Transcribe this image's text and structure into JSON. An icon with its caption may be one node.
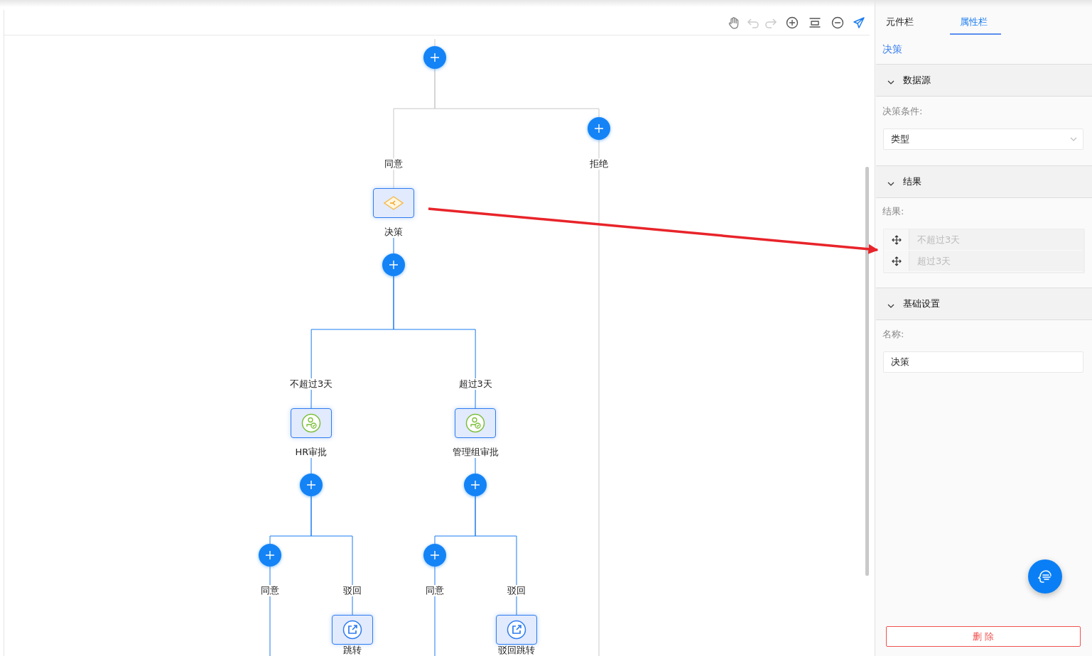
{
  "diagram": {
    "nodes": [
      {
        "text": [],
        "shape": "circle"
      },
      {
        "text": [
          "同意"
        ]
      },
      {
        "text": [],
        "shape": "circle"
      },
      {
        "text": [
          "拒绝"
        ]
      },
      {
        "text": [
          "决策"
        ]
      },
      {
        "text": [],
        "shape": "circle"
      },
      {
        "text": [
          "不超过3天"
        ]
      },
      {
        "text": [
          "超过3天"
        ]
      },
      {
        "text": [
          "HR审批"
        ]
      },
      {
        "text": [
          "管理组审批"
        ]
      },
      {
        "text": [],
        "shape": "circle"
      },
      {
        "text": [],
        "shape": "circle"
      },
      {
        "text": [],
        "shape": "circle"
      },
      {
        "text": [
          "同意"
        ]
      },
      {
        "text": [
          "驳回"
        ]
      },
      {
        "text": [
          "跳转"
        ]
      },
      {
        "text": [],
        "shape": "circle"
      },
      {
        "text": [
          "同意"
        ]
      },
      {
        "text": [
          "驳回"
        ]
      },
      {
        "text": [
          "驳回跳转"
        ]
      },
      {
        "text": [],
        "shape": "box"
      },
      {
        "text": [
          "不超过3天"
        ],
        "in": 20
      },
      {
        "text": [
          "超过3天"
        ],
        "in": 20
      }
    ],
    "edges": [
      {
        "from": null,
        "to": 0,
        "arrow": "none",
        "color": "#c8c8c8"
      },
      {
        "from": 0,
        "to": 1,
        "arrow": "none",
        "color": "#c8c8c8"
      },
      {
        "from": 0,
        "to": 2,
        "arrow": "none",
        "color": "#c8c8c8"
      },
      {
        "from": 2,
        "to": 3,
        "arrow": "none",
        "color": "#c8c8c8"
      },
      {
        "from": 3,
        "to": null,
        "arrow": "none",
        "color": "#c8c8c8"
      },
      {
        "from": 1,
        "to": 4,
        "arrow": "none",
        "color": "#c8c8c8"
      },
      {
        "from": 4,
        "to": 5,
        "arrow": "none"
      },
      {
        "from": 5,
        "to": 6,
        "arrow": "none"
      },
      {
        "from": 5,
        "to": 7,
        "arrow": "none"
      },
      {
        "from": 6,
        "to": 8,
        "arrow": "none"
      },
      {
        "from": 7,
        "to": 9,
        "arrow": "none"
      },
      {
        "from": 8,
        "to": 10,
        "arrow": "none"
      },
      {
        "from": 9,
        "to": 11,
        "arrow": "none"
      },
      {
        "from": 10,
        "to": 12,
        "arrow": "none"
      },
      {
        "from": 10,
        "to": 14,
        "arrow": "none"
      },
      {
        "from": 12,
        "to": 13,
        "arrow": "none"
      },
      {
        "from": 13,
        "to": null,
        "arrow": "none"
      },
      {
        "from": 14,
        "to": 15,
        "arrow": "none"
      },
      {
        "from": 11,
        "to": 16,
        "arrow": "none"
      },
      {
        "from": 11,
        "to": 18,
        "arrow": "none"
      },
      {
        "from": 16,
        "to": 17,
        "arrow": "none"
      },
      {
        "from": 17,
        "to": null,
        "arrow": "none"
      },
      {
        "from": 18,
        "to": 19,
        "arrow": "none"
      },
      {
        "from": 4,
        "to": 20,
        "arrow": "to",
        "style": "thick",
        "color": "#e8242a"
      }
    ],
    "labels": [
      "元件栏",
      "属性栏",
      "决策",
      "数据源",
      "决策条件:",
      "类型",
      "结果",
      "结果:",
      "基础设置",
      "名称:",
      "决策",
      "删 除"
    ]
  }
}
